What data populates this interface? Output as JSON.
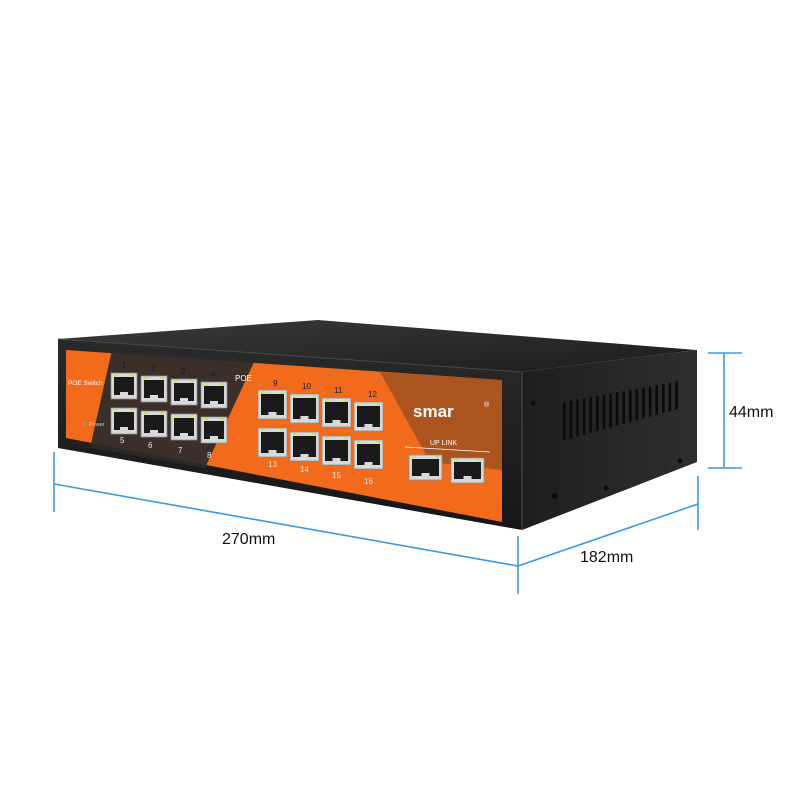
{
  "dimensions": {
    "width": "270mm",
    "depth": "182mm",
    "height": "44mm"
  },
  "device": {
    "brand": "smar",
    "brand_mark": "®",
    "model_label": "POE Switch",
    "poe_label": "POE",
    "power_label": "Power",
    "uplink_label": "UP LINK",
    "port_numbers_top": [
      "1",
      "2",
      "3",
      "4",
      "9",
      "10",
      "11",
      "12"
    ],
    "port_numbers_bottom": [
      "5",
      "6",
      "7",
      "8",
      "13",
      "14",
      "15",
      "16"
    ]
  },
  "colors": {
    "body": "#232323",
    "panel_orange": "#f26a1b",
    "dimension_line": "#3a9be0"
  }
}
